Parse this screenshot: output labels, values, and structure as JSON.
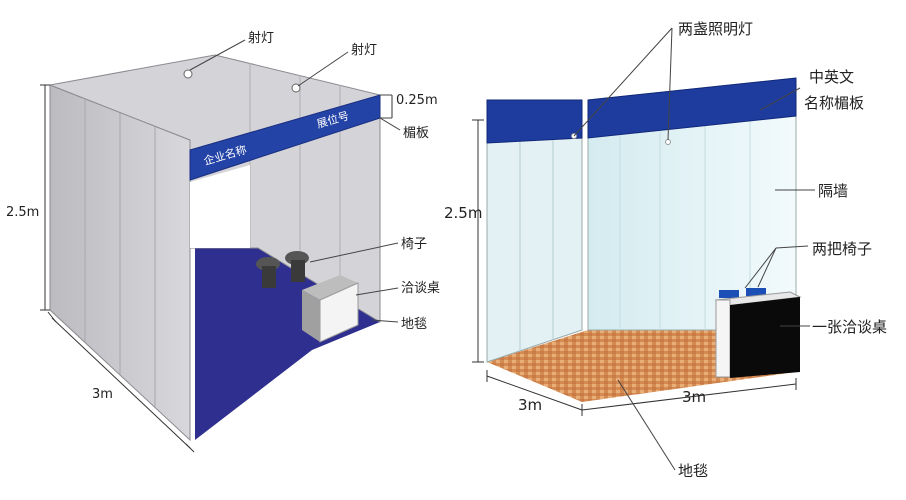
{
  "left_booth": {
    "spotlight_label_1": "射灯",
    "spotlight_label_2": "射灯",
    "height_top_label": "0.25m",
    "fascia_label": "楣板",
    "fascia_company_text": "企业名称",
    "fascia_booth_text": "展位号",
    "height_label": "2.5m",
    "chair_label": "椅子",
    "table_label": "洽谈桌",
    "carpet_label": "地毯",
    "width_label": "3m"
  },
  "right_booth": {
    "lights_label": "两盏照明灯",
    "fascia_label_line1": "中英文",
    "fascia_label_line2": "名称楣板",
    "wall_label": "隔墙",
    "chairs_label": "两把椅子",
    "table_label": "一张洽谈桌",
    "height_label": "2.5m",
    "depth_label": "3m",
    "width_label": "3m",
    "carpet_label": "地毯"
  },
  "colors": {
    "fascia_blue": "#1e3a9a",
    "carpet_navy": "#2a2a88",
    "panel_gray": "#c9c9cc",
    "panel_light": "#e6f3f6",
    "carpet_orange": "#d8935a"
  }
}
